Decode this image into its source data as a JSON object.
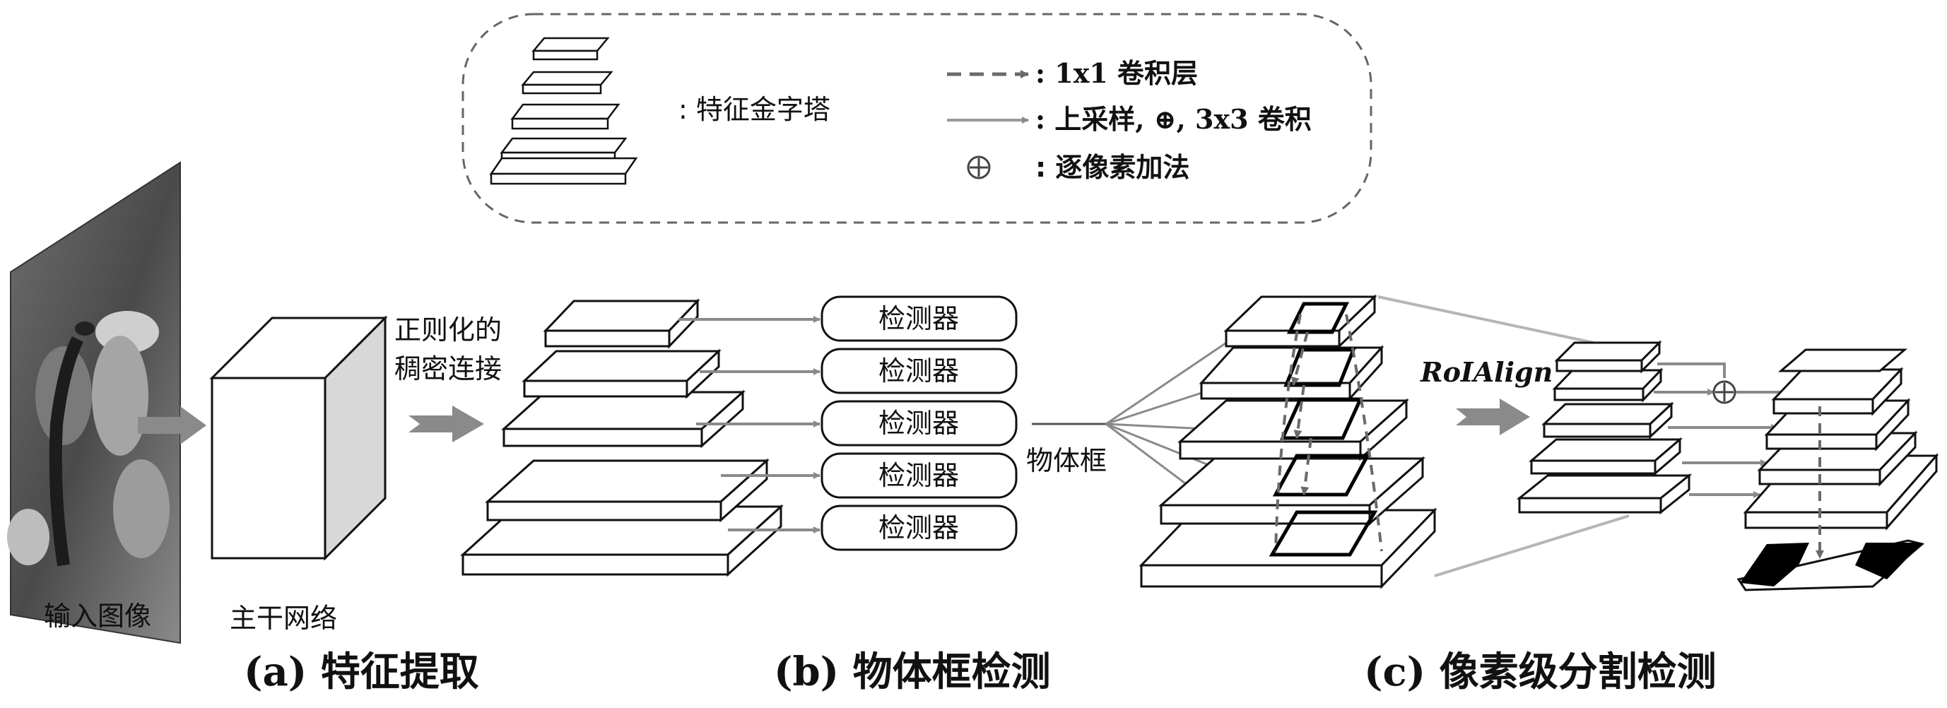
{
  "legend": {
    "pyramid_label": ": 特征金字塔",
    "conv1x1_label": ": 1x1 卷积层",
    "upsample_label": ": 上采样, ⊕, 3x3 卷积",
    "add_label": ": 逐像素加法",
    "add_symbol": "⊕"
  },
  "panel_a": {
    "input_label": "输入图像",
    "backbone_label": "主干网络",
    "caption": "(a) 特征提取"
  },
  "panel_b": {
    "connection_label_line1": "正则化的",
    "connection_label_line2": "稠密连接",
    "detectors": [
      "检测器",
      "检测器",
      "检测器",
      "检测器",
      "检测器"
    ],
    "box_label": "物体框",
    "caption": "(b) 物体框检测"
  },
  "panel_c": {
    "roialign_label": "RoIAlign",
    "add_symbol": "⊕",
    "caption": "(c) 像素级分割检测"
  },
  "colors": {
    "arrow_gray": "#8a8a8a",
    "dashed_gray": "#6a6a6a",
    "outline": "#111111",
    "light_gray": "#b5b5b5"
  }
}
